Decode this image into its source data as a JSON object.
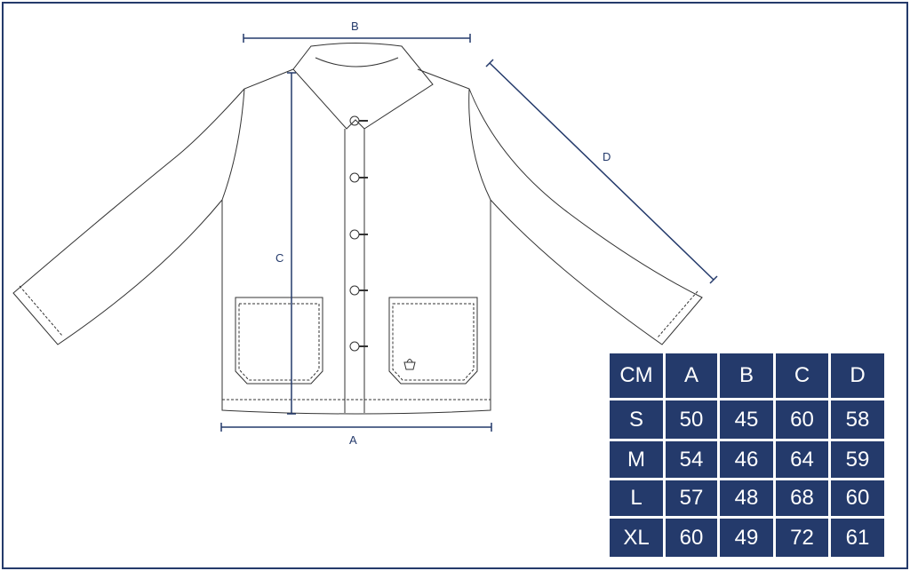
{
  "labels": {
    "a": "A",
    "b": "B",
    "c": "C",
    "d": "D"
  },
  "size_table": {
    "header": [
      "CM",
      "A",
      "B",
      "C",
      "D"
    ],
    "rows": [
      [
        "S",
        "50",
        "45",
        "60",
        "58"
      ],
      [
        "M",
        "54",
        "46",
        "64",
        "59"
      ],
      [
        "L",
        "57",
        "48",
        "68",
        "60"
      ],
      [
        "XL",
        "60",
        "49",
        "72",
        "61"
      ]
    ]
  },
  "colors": {
    "accent": "#243a6b",
    "line": "#333333"
  }
}
